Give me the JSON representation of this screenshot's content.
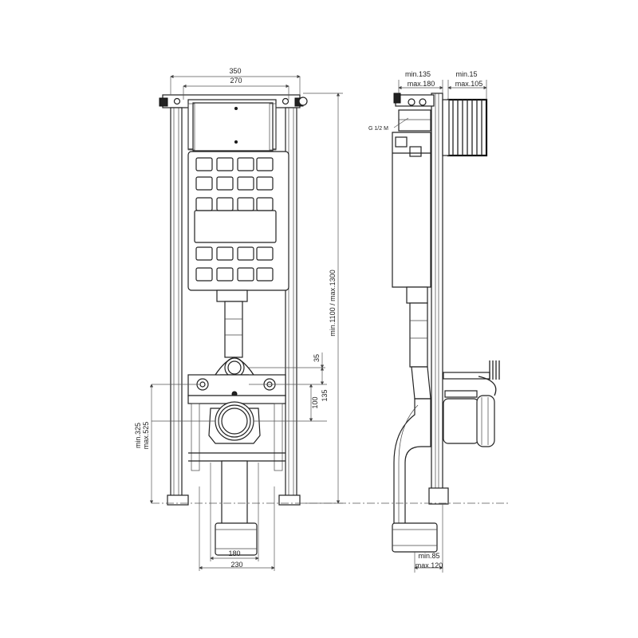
{
  "front_view": {
    "dims": {
      "width_outer": "350",
      "width_inner": "270",
      "height_range": "min.1100 / max.1300",
      "offset_35": "35",
      "offset_135": "135",
      "offset_100": "100",
      "outlet_height": [
        "min.325",
        "max.525"
      ],
      "bottom_inner": "180",
      "bottom_outer": "230"
    }
  },
  "side_view": {
    "dims": {
      "depth_min_max": [
        "min.135",
        "max.180"
      ],
      "wall_min_max": [
        "min.15",
        "max.105"
      ],
      "water_inlet": "G 1/2 M",
      "outlet_depth": [
        "min.85",
        "max.120"
      ]
    }
  }
}
